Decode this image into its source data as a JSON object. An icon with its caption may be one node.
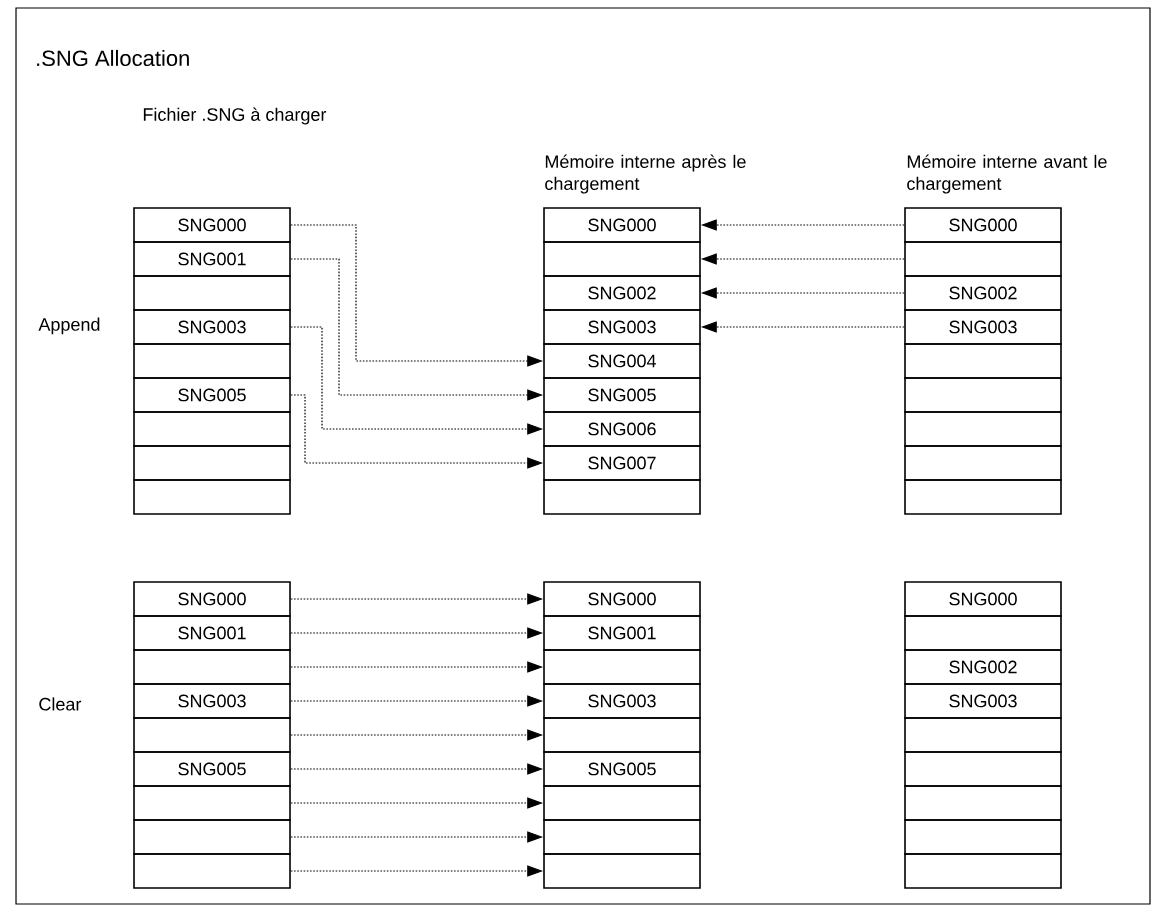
{
  "diagram": {
    "title": ".SNG Allocation",
    "nodes": [
      {
        "text": [
          "SNG000"
        ]
      },
      {
        "text": [
          "SNG001"
        ]
      },
      {
        "text": [],
        "shape": "box"
      },
      {
        "text": [
          "SNG003"
        ]
      },
      {
        "text": [],
        "shape": "box"
      },
      {
        "text": [
          "SNG005"
        ]
      },
      {
        "text": [],
        "shape": "box"
      },
      {
        "text": [],
        "shape": "box"
      },
      {
        "text": [],
        "shape": "box"
      },
      {
        "text": [
          "SNG000"
        ]
      },
      {
        "text": [],
        "shape": "box"
      },
      {
        "text": [
          "SNG002"
        ]
      },
      {
        "text": [
          "SNG003"
        ]
      },
      {
        "text": [
          "SNG004"
        ]
      },
      {
        "text": [
          "SNG005"
        ]
      },
      {
        "text": [
          "SNG006"
        ]
      },
      {
        "text": [
          "SNG007"
        ]
      },
      {
        "text": [],
        "shape": "box"
      },
      {
        "text": [
          "SNG000"
        ]
      },
      {
        "text": [],
        "shape": "box"
      },
      {
        "text": [
          "SNG002"
        ]
      },
      {
        "text": [
          "SNG003"
        ]
      },
      {
        "text": [],
        "shape": "box"
      },
      {
        "text": [],
        "shape": "box"
      },
      {
        "text": [],
        "shape": "box"
      },
      {
        "text": [],
        "shape": "box"
      },
      {
        "text": [],
        "shape": "box"
      },
      {
        "text": [
          "SNG000"
        ]
      },
      {
        "text": [
          "SNG001"
        ]
      },
      {
        "text": [],
        "shape": "box"
      },
      {
        "text": [
          "SNG003"
        ]
      },
      {
        "text": [],
        "shape": "box"
      },
      {
        "text": [
          "SNG005"
        ]
      },
      {
        "text": [],
        "shape": "box"
      },
      {
        "text": [],
        "shape": "box"
      },
      {
        "text": [],
        "shape": "box"
      },
      {
        "text": [
          "SNG000"
        ]
      },
      {
        "text": [
          "SNG001"
        ]
      },
      {
        "text": [],
        "shape": "box"
      },
      {
        "text": [
          "SNG003"
        ]
      },
      {
        "text": [],
        "shape": "box"
      },
      {
        "text": [
          "SNG005"
        ]
      },
      {
        "text": [],
        "shape": "box"
      },
      {
        "text": [],
        "shape": "box"
      },
      {
        "text": [],
        "shape": "box"
      },
      {
        "text": [
          "SNG000"
        ]
      },
      {
        "text": [],
        "shape": "box"
      },
      {
        "text": [
          "SNG002"
        ]
      },
      {
        "text": [
          "SNG003"
        ]
      },
      {
        "text": [],
        "shape": "box"
      },
      {
        "text": [],
        "shape": "box"
      },
      {
        "text": [],
        "shape": "box"
      },
      {
        "text": [],
        "shape": "box"
      },
      {
        "text": [],
        "shape": "box"
      }
    ],
    "edges": [
      {
        "from": 0,
        "to": 13,
        "arrow": "to"
      },
      {
        "from": 1,
        "to": 14,
        "arrow": "to"
      },
      {
        "from": 3,
        "to": 15,
        "arrow": "to"
      },
      {
        "from": 5,
        "to": 16,
        "arrow": "to"
      },
      {
        "from": 18,
        "to": 9,
        "arrow": "to"
      },
      {
        "from": 19,
        "to": 10,
        "arrow": "to"
      },
      {
        "from": 20,
        "to": 11,
        "arrow": "to"
      },
      {
        "from": 21,
        "to": 12,
        "arrow": "to"
      },
      {
        "from": 27,
        "to": 36,
        "arrow": "to"
      },
      {
        "from": 28,
        "to": 37,
        "arrow": "to"
      },
      {
        "from": 29,
        "to": 38,
        "arrow": "to"
      },
      {
        "from": 30,
        "to": 39,
        "arrow": "to"
      },
      {
        "from": 31,
        "to": 40,
        "arrow": "to"
      },
      {
        "from": 32,
        "to": 41,
        "arrow": "to"
      },
      {
        "from": 33,
        "to": 42,
        "arrow": "to"
      },
      {
        "from": 34,
        "to": 43,
        "arrow": "to"
      },
      {
        "from": 35,
        "to": 44,
        "arrow": "to"
      }
    ],
    "labels": [
      "Fichier .SNG à charger",
      "Mémoire interne après le chargement",
      "Mémoire interne avant le chargement",
      "Append",
      "Clear"
    ]
  }
}
